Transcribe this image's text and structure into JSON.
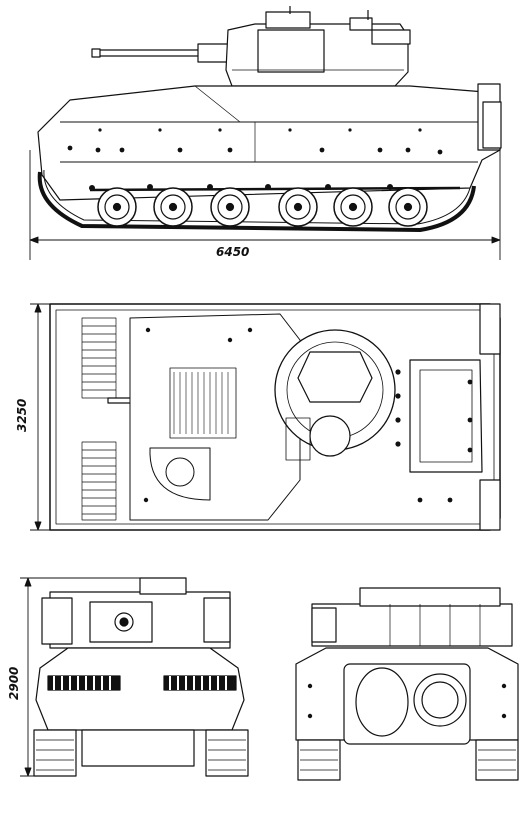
{
  "dimensions": {
    "length": "6450",
    "width": "3250",
    "height": "2900"
  }
}
